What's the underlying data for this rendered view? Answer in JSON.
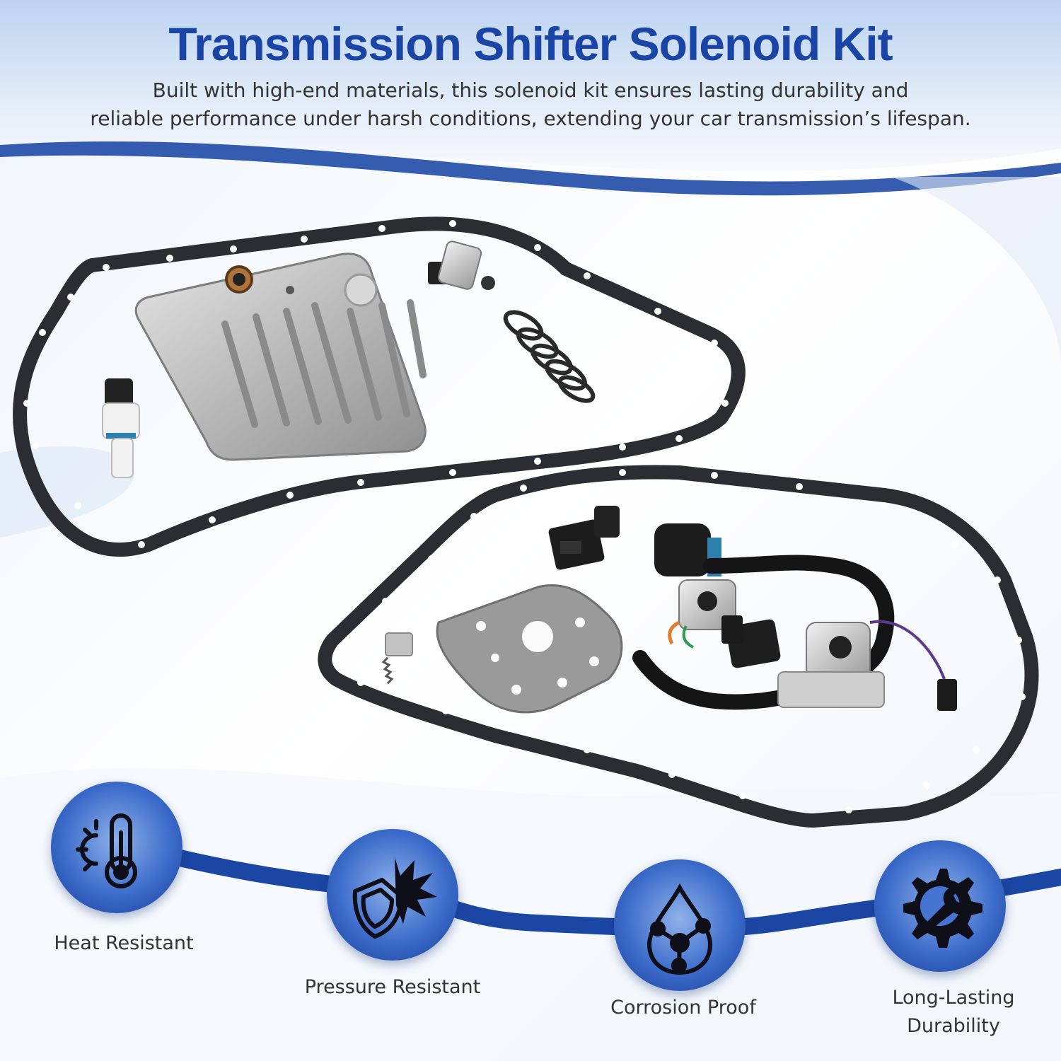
{
  "header": {
    "title": "Transmission Shifter Solenoid Kit",
    "subtitle_lines": [
      "Built with high-end materials, this solenoid kit ensures lasting durability and",
      "reliable performance under harsh conditions, extending your car transmission’s lifespan."
    ]
  },
  "features": [
    {
      "label_lines": [
        "Heat Resistant"
      ],
      "icon": "thermometer-sun-icon"
    },
    {
      "label_lines": [
        "Pressure Resistant"
      ],
      "icon": "shield-impact-icon"
    },
    {
      "label_lines": [
        "Corrosion Proof"
      ],
      "icon": "droplet-molecule-icon"
    },
    {
      "label_lines": [
        "Long-Lasting",
        "Durability"
      ],
      "icon": "gear-wrench-icon"
    }
  ],
  "colors": {
    "title": "#1a44a6",
    "accent_blue": "#1a44a6",
    "text": "#333333"
  }
}
